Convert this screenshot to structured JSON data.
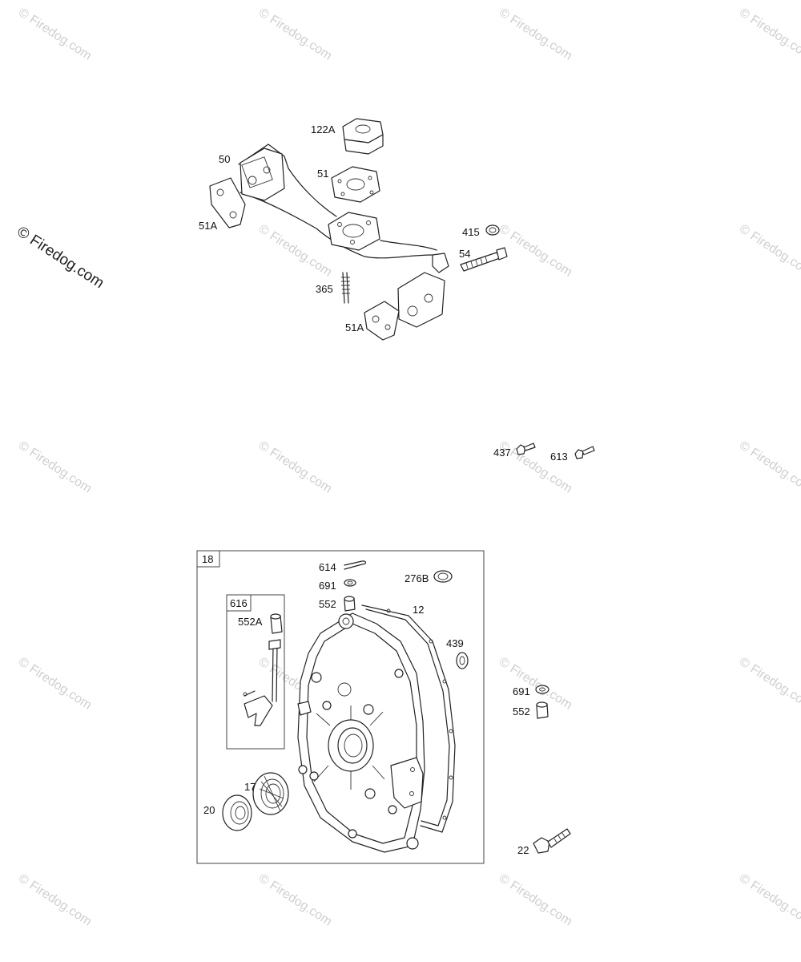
{
  "copyright": "© Firedog.com",
  "watermark_text": "© Firedog.com",
  "labels": {
    "p122A": "122A",
    "p50": "50",
    "p51": "51",
    "p51A_left": "51A",
    "p415": "415",
    "p54": "54",
    "p365": "365",
    "p51A_lower": "51A",
    "p437": "437",
    "p613": "613",
    "p18": "18",
    "p614": "614",
    "p691_top": "691",
    "p552_top": "552",
    "p276B": "276B",
    "p12": "12",
    "p439": "439",
    "p616": "616",
    "p552A": "552A",
    "p691_side": "691",
    "p552_side": "552",
    "p17": "17",
    "p20": "20",
    "p22": "22"
  }
}
